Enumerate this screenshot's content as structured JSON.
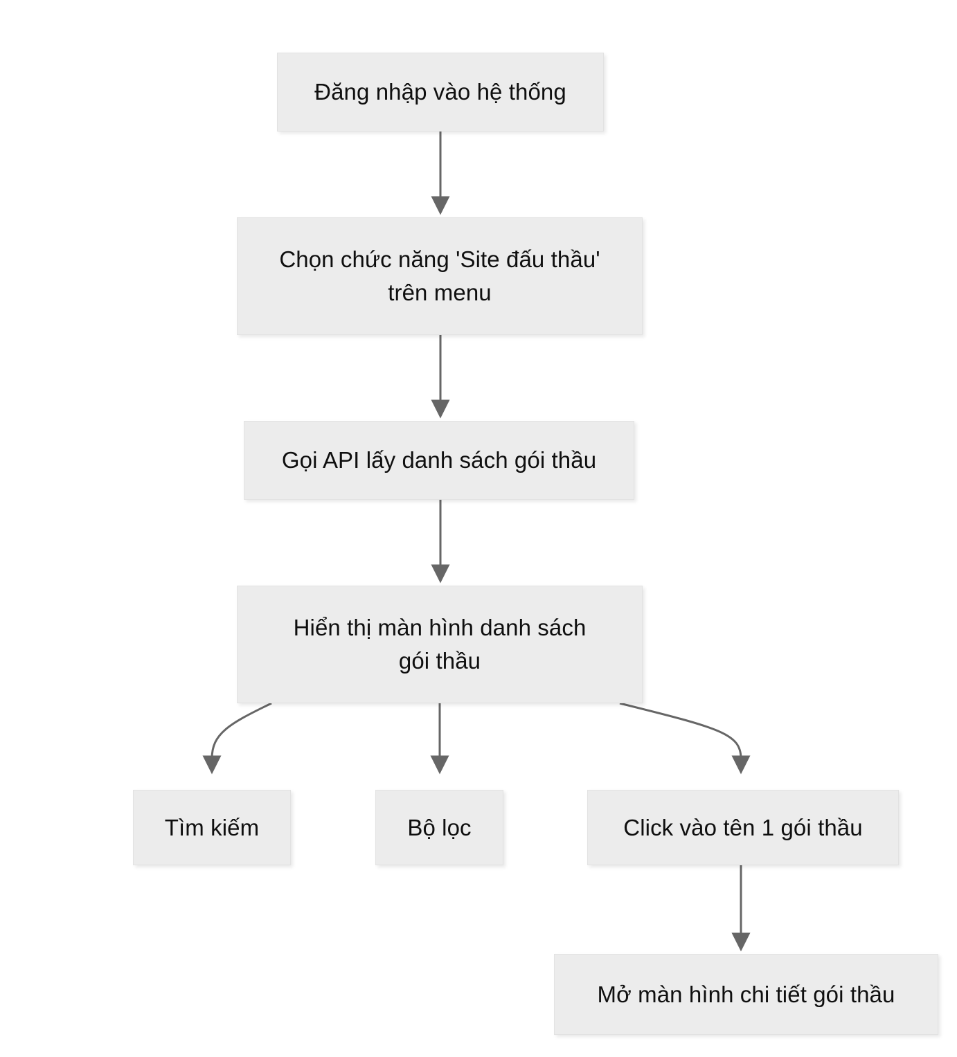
{
  "diagram": {
    "type": "flowchart",
    "orientation": "top-down",
    "background_color": "#ffffff",
    "node_fill_color": "#ececec",
    "node_border_color": "#e2e2e2",
    "node_text_color": "#0f0f0f",
    "edge_color": "#666666",
    "nodes": [
      {
        "id": "login",
        "label": "Đăng nhập vào hệ thống"
      },
      {
        "id": "select_menu",
        "label": "Chọn chức năng 'Site đấu thầu'\ntrên menu"
      },
      {
        "id": "call_api",
        "label": "Gọi API lấy danh sách gói thầu"
      },
      {
        "id": "show_list",
        "label": "Hiển thị màn hình danh sách\ngói thầu"
      },
      {
        "id": "search",
        "label": "Tìm kiếm"
      },
      {
        "id": "filter",
        "label": "Bộ lọc"
      },
      {
        "id": "click_name",
        "label": "Click vào tên 1 gói thầu"
      },
      {
        "id": "detail",
        "label": "Mở màn hình chi tiết gói thầu"
      }
    ],
    "edges": [
      {
        "from": "login",
        "to": "select_menu",
        "label": "",
        "style": "straight"
      },
      {
        "from": "select_menu",
        "to": "call_api",
        "label": "",
        "style": "straight"
      },
      {
        "from": "call_api",
        "to": "show_list",
        "label": "",
        "style": "straight"
      },
      {
        "from": "show_list",
        "to": "search",
        "label": "",
        "style": "curved"
      },
      {
        "from": "show_list",
        "to": "filter",
        "label": "",
        "style": "straight"
      },
      {
        "from": "show_list",
        "to": "click_name",
        "label": "",
        "style": "curved"
      },
      {
        "from": "click_name",
        "to": "detail",
        "label": "",
        "style": "straight"
      }
    ]
  }
}
